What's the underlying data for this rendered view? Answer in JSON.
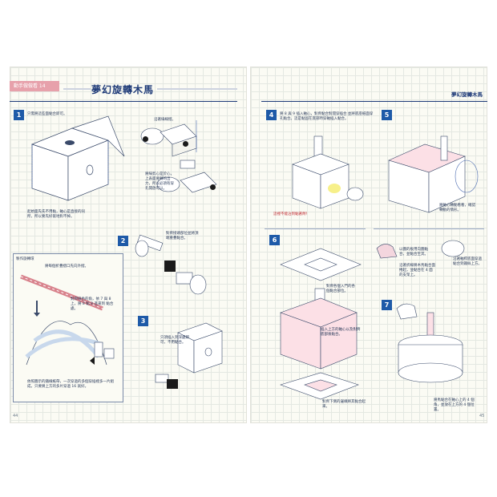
{
  "header": {
    "tag_label": "動手做做看 14",
    "title_left": "夢幻旋轉木馬",
    "title_right": "夢幻旋轉木馬"
  },
  "steps": {
    "s1": "1",
    "s2": "2",
    "s3": "3",
    "s4": "4",
    "s5": "5",
    "s6": "6",
    "s7": "7"
  },
  "notes": {
    "n1a": "只需將這些面黏合即可。",
    "n1b": "起始面先先不用黏，軸心是直接的同所，所以要先好嵌地對不掉。",
    "n1c": "沿著綠線摺。",
    "n1d": "將綠剪心是於心，上表面要轉的出力，所以必須有穿孔開放可以。",
    "n2a": "對齊接頭部位並將頂端重疊黏合。",
    "n3a": "只須插入到深處即可，不用黏合。",
    "inset_title": "製作旋轉環",
    "inset_a": "將每個折疊摺口先向外摺。",
    "inset_b": "對齊綠色的角，依 7 與 8 上，將 8 黏 8 進來到 黏合處。",
    "inset_c": "依照圖示的鐵線紙帶，一次穿過的多個穿插裡多一片組成，只要將上方的多片穿過 16 就好。",
    "n4a": "將 8 與 9 插入軸心，對齊黏合對開穿插合 並將底座紙面穿孔黏合。這是黏固在底部時穿軸插入黏合。",
    "n4b": "這裡不能沾到黏著劑！",
    "n5a": "將軸心轉動看看，確認轉動的情形。",
    "n6a": "對齊各個入門的各個黏合部位。",
    "n6b": "插入上方的軸心以及對齊底部後黏合。",
    "n6c": "對齊下側的邊緣將其黏合起來。",
    "n7a": "以圖的板用向圖黏合，並黏合至其。",
    "n7b": "沿著折線將木馬黏合面捲起，並黏合在 4 面的支架上。",
    "n7c": "沿著軸桿底面穿過黏合到鐵絲上方。",
    "n7d": "將馬黏合在軸心上的 4 個角，並放在上方的 4 個位置。"
  },
  "page_numbers": {
    "left": "44",
    "right": "45"
  }
}
